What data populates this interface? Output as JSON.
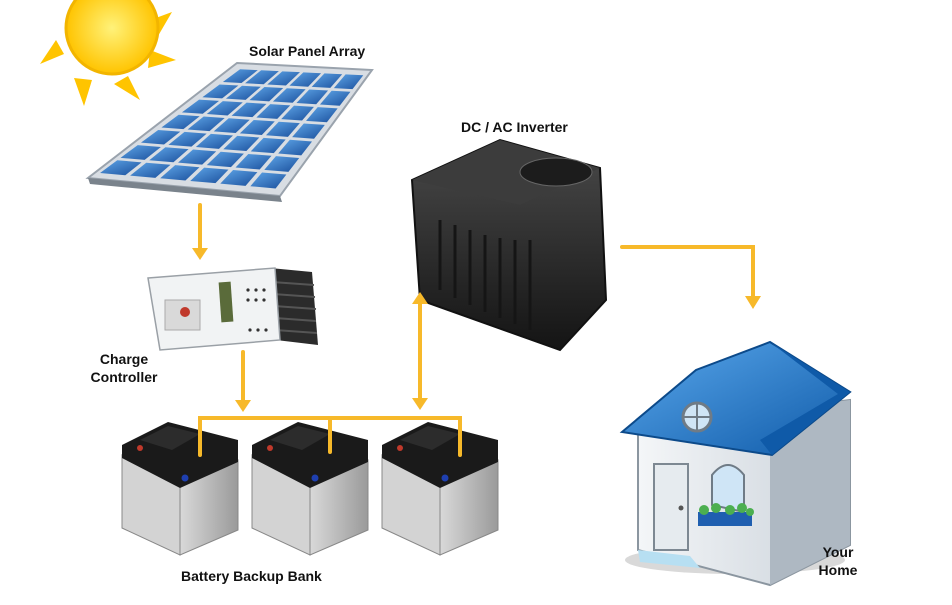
{
  "labels": {
    "solar_panel_array": "Solar Panel Array",
    "dc_ac_inverter": "DC / AC Inverter",
    "charge_controller_line1": "Charge",
    "charge_controller_line2": "Controller",
    "battery_backup_bank": "Battery Backup Bank",
    "your_home_line1": "Your",
    "your_home_line2": "Home"
  },
  "colors": {
    "connector": "#F7B92A",
    "panel_cell": "#1E5FB0",
    "sun": "#FFD400",
    "battery_lid": "#1A1A1A",
    "battery_body": "#B9B9B9",
    "roof": "#1E77C8",
    "inverter": "#2A2A2A"
  },
  "icons": {
    "sun": "sun-icon",
    "panel": "solar-panel-icon",
    "controller": "charge-controller-icon",
    "inverter": "inverter-icon",
    "battery": "battery-icon",
    "house": "house-icon"
  }
}
